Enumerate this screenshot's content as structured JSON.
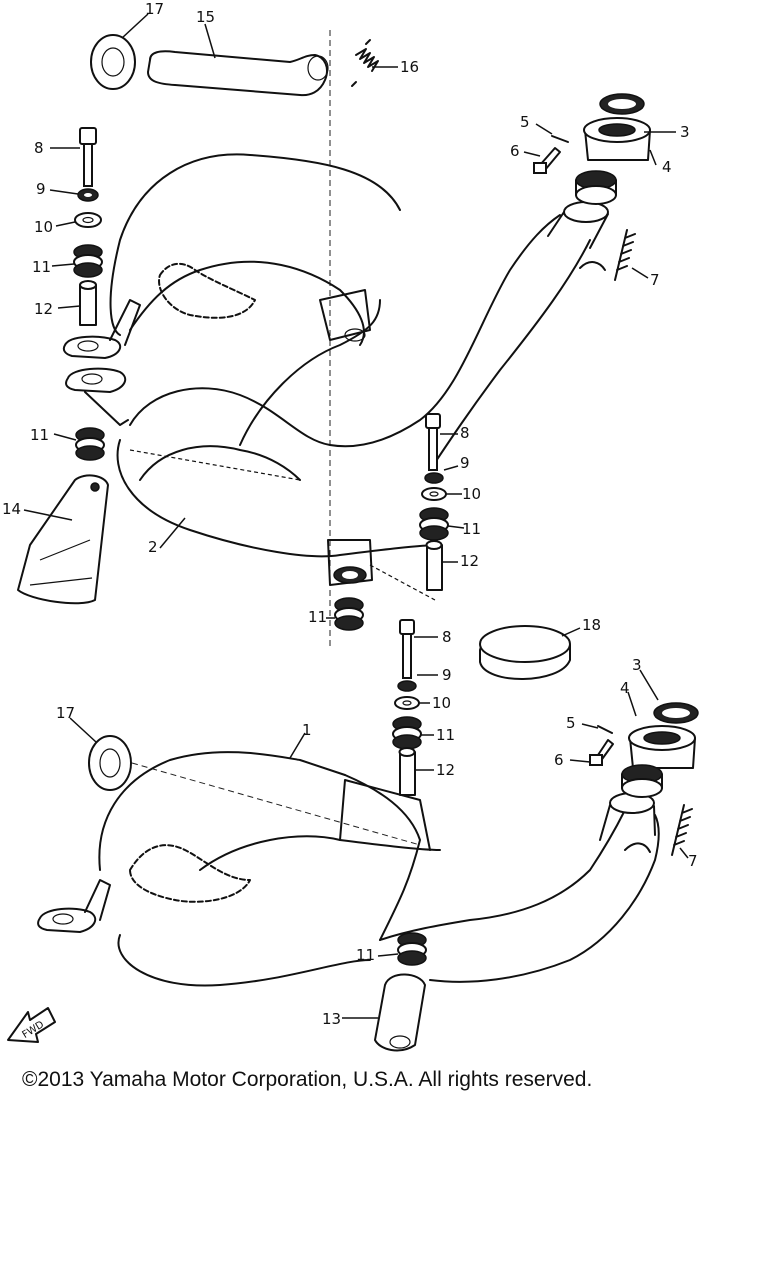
{
  "diagram": {
    "callouts": {
      "c1": "1",
      "c2": "2",
      "c3a": "3",
      "c3b": "3",
      "c4a": "4",
      "c4b": "4",
      "c5a": "5",
      "c5b": "5",
      "c6a": "6",
      "c6b": "6",
      "c7a": "7",
      "c7b": "7",
      "c8a": "8",
      "c8b": "8",
      "c8c": "8",
      "c9a": "9",
      "c9b": "9",
      "c9c": "9",
      "c10a": "10",
      "c10b": "10",
      "c10c": "10",
      "c11a": "11",
      "c11b": "11",
      "c11c": "11",
      "c11d": "11",
      "c11e": "11",
      "c11f": "11",
      "c12a": "12",
      "c12b": "12",
      "c12c": "12",
      "c13": "13",
      "c14": "14",
      "c15": "15",
      "c16": "16",
      "c17a": "17",
      "c17b": "17",
      "c18": "18"
    },
    "fwd_label": "FWD"
  },
  "footer": {
    "copyright": "©2013 Yamaha Motor Corporation, U.S.A. All rights reserved."
  }
}
